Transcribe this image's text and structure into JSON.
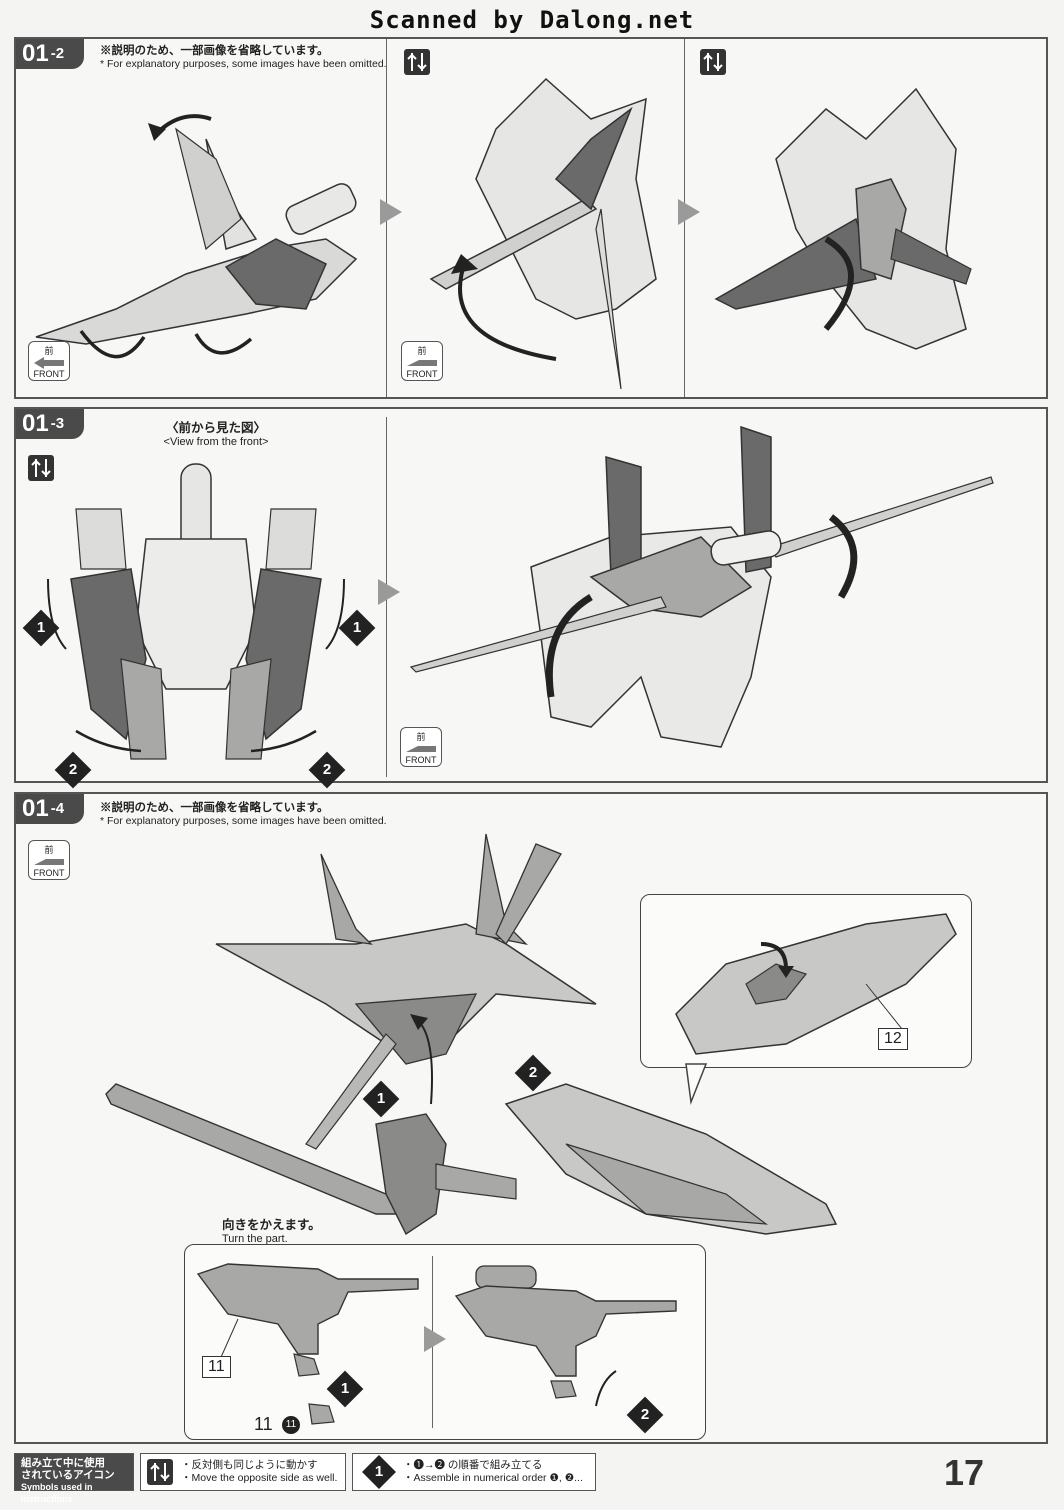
{
  "watermark": "Scanned by Dalong.net",
  "sections": {
    "s2": {
      "badge_main": "01",
      "badge_sub": "-2",
      "note_jp": "※説明のため、一部画像を省略しています。",
      "note_en": "* For explanatory purposes, some images have been omitted."
    },
    "s3": {
      "badge_main": "01",
      "badge_sub": "-3",
      "view_jp": "〈前から見た図〉",
      "view_en": "<View from the front>"
    },
    "s4": {
      "badge_main": "01",
      "badge_sub": "-4",
      "note_jp": "※説明のため、一部画像を省略しています。",
      "note_en": "* For explanatory purposes, some images have been omitted.",
      "turn_jp": "向きをかえます。",
      "turn_en": "Turn the part.",
      "label_12": "12",
      "label_11a": "11",
      "label_11b": "11",
      "label_11c": "11"
    }
  },
  "front_icon": {
    "jp": "前",
    "en": "FRONT"
  },
  "steps": {
    "one": "1",
    "two": "2"
  },
  "footer": {
    "title_jp_1": "組み立て中に使用",
    "title_jp_2": "されているアイコン",
    "title_en": "Symbols used in instructions",
    "mirror_jp": "・反対側も同じように動かす",
    "mirror_en": "・Move the opposite side as well.",
    "order_jp": "・❶→❷ の順番で組み立てる",
    "order_en": "・Assemble in numerical order ❶, ❷..."
  },
  "page_number": "17",
  "colors": {
    "dark_part": "#6a6a6a",
    "light_part": "#d9d9d7",
    "mid_part": "#a8a8a6",
    "line": "#333333"
  }
}
